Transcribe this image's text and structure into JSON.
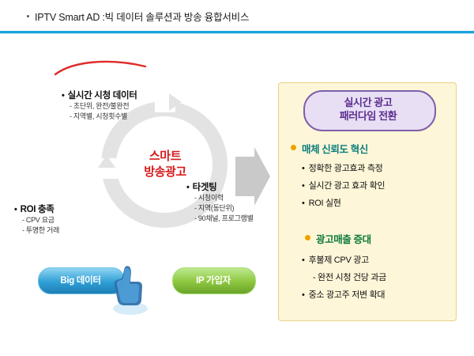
{
  "header": {
    "title": "IPTV Smart AD :빅 데이터 솔루션과 방송 융합서비스",
    "accent_color": "#1ba3dd"
  },
  "diagram": {
    "center_label_line1": "스마트",
    "center_label_line2": "방송광고",
    "center_color": "#d61a1a",
    "blocks": [
      {
        "name": "realtime-viewing-data",
        "heading": "실시간 시청 데이터",
        "subitems": [
          "초단위, 완전/불완전",
          "지역별, 시청횟수별"
        ]
      },
      {
        "name": "targeting",
        "heading": "타겟팅",
        "subitems": [
          "시청이력",
          "지역(동단위)",
          "90채널, 프로그램별"
        ]
      },
      {
        "name": "roi-satisfaction",
        "heading": "ROI 충족",
        "subitems": [
          "CPV 요금",
          "투명한 거래"
        ]
      }
    ],
    "pills": [
      {
        "name": "big-data-pill",
        "label": "Big 데이터",
        "color": "#2f9fd6"
      },
      {
        "name": "ip-subscriber-pill",
        "label": "IP 가입자",
        "color": "#8cc63f"
      }
    ]
  },
  "right_panel": {
    "badge_line1": "실시간 광고",
    "badge_line2": "패러다임 전환",
    "badge_color": "#5b2d8e",
    "sections": [
      {
        "name": "media-trust-innovation",
        "heading": "매체 신뢰도 혁신",
        "heading_color": "#0b7d7d",
        "items": [
          "정확한 광고효과 측정",
          "실시간 광고 효과 확인",
          "ROI 실현"
        ]
      },
      {
        "name": "ad-revenue-growth",
        "heading": "광고매출 증대",
        "heading_color": "#0f7a3c",
        "items": [
          "후불제 CPV 광고",
          "완전 시청 건당 과금",
          "중소 광고주 저변 확대"
        ]
      }
    ]
  }
}
